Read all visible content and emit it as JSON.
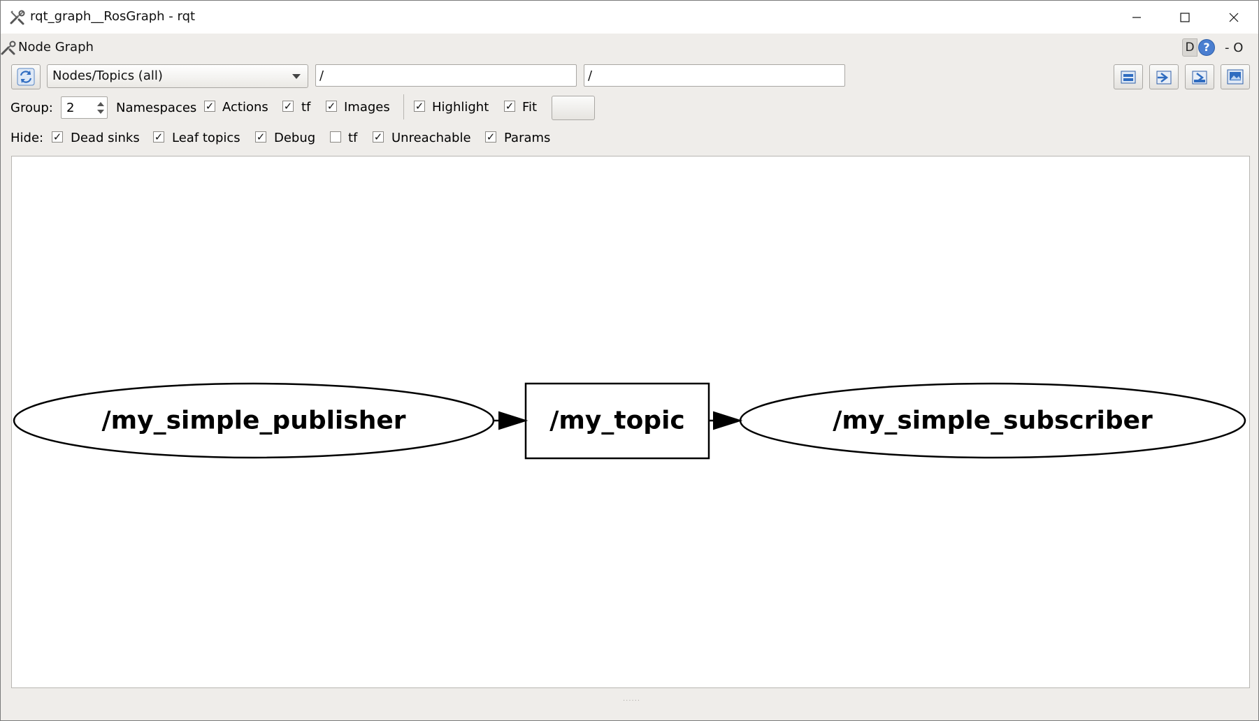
{
  "window": {
    "title": "rqt_graph__RosGraph - rqt",
    "controls": [
      "minimize-icon",
      "maximize-icon",
      "close-icon"
    ]
  },
  "dock": {
    "title": "Node Graph",
    "d_label": "D",
    "help_label": "?",
    "extra": "- O"
  },
  "toolbar": {
    "graph_mode": "Nodes/Topics (all)",
    "node_filter": "/",
    "topic_filter": "/",
    "tool_buttons": [
      "load-dot-icon",
      "save-dot-icon",
      "save-svg-icon",
      "save-image-icon"
    ]
  },
  "options": {
    "group_label": "Group:",
    "group_value": "2",
    "namespaces_label": "Namespaces",
    "actions_label": "Actions",
    "actions_checked": true,
    "tf_label": "tf",
    "tf_checked": true,
    "images_label": "Images",
    "images_checked": true,
    "highlight_label": "Highlight",
    "highlight_checked": true,
    "fit_label": "Fit",
    "fit_checked": true
  },
  "hide": {
    "label": "Hide:",
    "items": [
      {
        "label": "Dead sinks",
        "checked": true
      },
      {
        "label": "Leaf topics",
        "checked": true
      },
      {
        "label": "Debug",
        "checked": true
      },
      {
        "label": "tf",
        "checked": false
      },
      {
        "label": "Unreachable",
        "checked": true
      },
      {
        "label": "Params",
        "checked": true
      }
    ]
  },
  "graph": {
    "nodes": [
      {
        "id": "publisher",
        "label": "/my_simple_publisher",
        "shape": "ellipse"
      },
      {
        "id": "topic",
        "label": "/my_topic",
        "shape": "box"
      },
      {
        "id": "subscriber",
        "label": "/my_simple_subscriber",
        "shape": "ellipse"
      }
    ],
    "edges": [
      {
        "from": "publisher",
        "to": "topic"
      },
      {
        "from": "topic",
        "to": "subscriber"
      }
    ]
  },
  "colors": {
    "window_bg": "#efedea",
    "canvas_bg": "#ffffff",
    "accent": "#4a7ed0"
  }
}
